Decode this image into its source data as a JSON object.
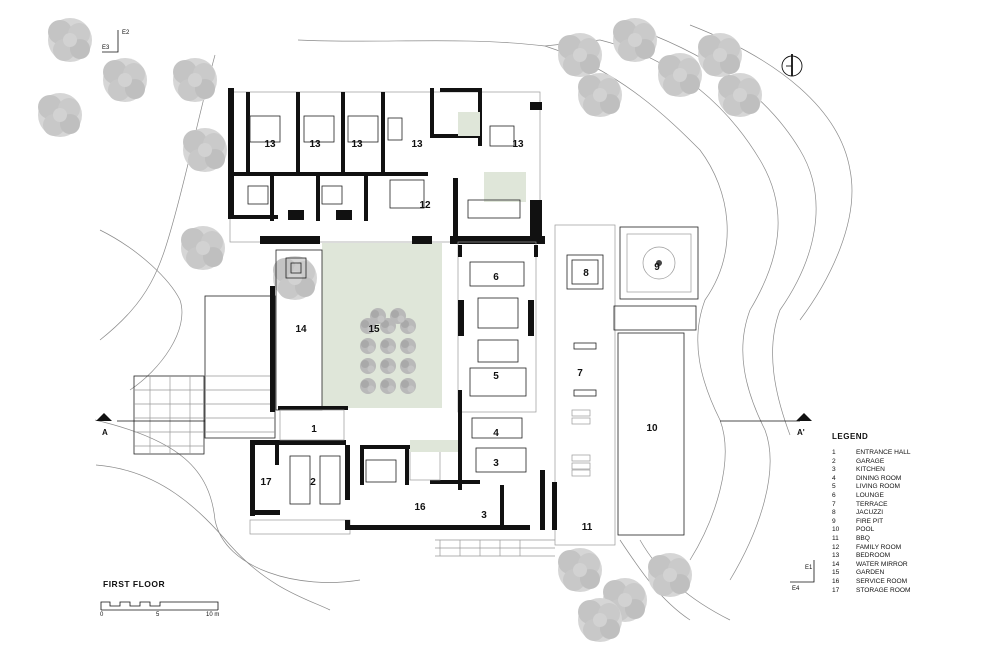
{
  "floor_label": "FIRST FLOOR",
  "legend": {
    "title": "LEGEND",
    "items": [
      {
        "num": "1",
        "label": "ENTRANCE HALL"
      },
      {
        "num": "2",
        "label": "GARAGE"
      },
      {
        "num": "3",
        "label": "KITCHEN"
      },
      {
        "num": "4",
        "label": "DINING ROOM"
      },
      {
        "num": "5",
        "label": "LIVING ROOM"
      },
      {
        "num": "6",
        "label": "LOUNGE"
      },
      {
        "num": "7",
        "label": "TERRACE"
      },
      {
        "num": "8",
        "label": "JACUZZI"
      },
      {
        "num": "9",
        "label": "FIRE PIT"
      },
      {
        "num": "10",
        "label": "POOL"
      },
      {
        "num": "11",
        "label": "BBQ"
      },
      {
        "num": "12",
        "label": "FAMILY ROOM"
      },
      {
        "num": "13",
        "label": "BEDROOM"
      },
      {
        "num": "14",
        "label": "WATER MIRROR"
      },
      {
        "num": "15",
        "label": "GARDEN"
      },
      {
        "num": "16",
        "label": "SERVICE ROOM"
      },
      {
        "num": "17",
        "label": "STORAGE ROOM"
      }
    ]
  },
  "rooms": {
    "r1": "1",
    "r2": "2",
    "r3a": "3",
    "r3b": "3",
    "r4": "4",
    "r5": "5",
    "r6": "6",
    "r7": "7",
    "r8": "8",
    "r9": "9",
    "r10": "10",
    "r11": "11",
    "r12": "12",
    "r13a": "13",
    "r13b": "13",
    "r13c": "13",
    "r13d": "13",
    "r13e": "13",
    "r14": "14",
    "r15": "15",
    "r16": "16",
    "r17": "17"
  },
  "section_marks": {
    "a_left": "A",
    "a_right": "A'",
    "e1": "E1",
    "e2": "E2",
    "e3": "E3",
    "e4": "E4"
  },
  "scale": {
    "t0": "0",
    "t5": "5",
    "t10": "10 m"
  },
  "colors": {
    "garden": "#dfe6d9",
    "water": "#dfe9ee",
    "tree": "#cfcfcf",
    "wall": "#111111"
  }
}
